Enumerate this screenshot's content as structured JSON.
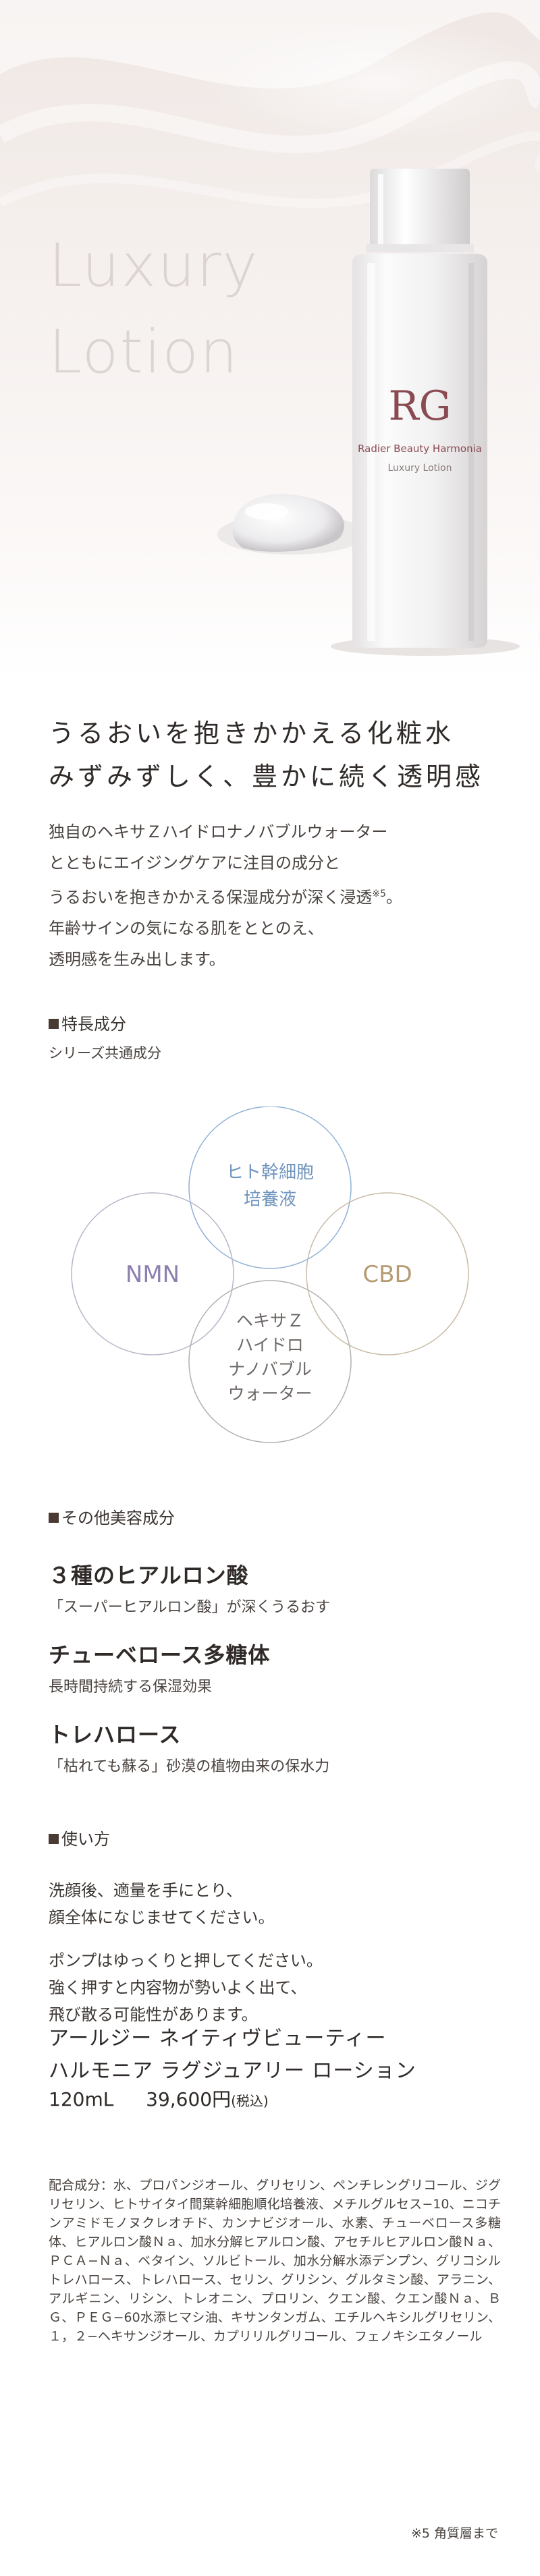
{
  "hero": {
    "title_line1": "Luxury",
    "title_line2": "Lotion",
    "bottle_brand": "Radier Beauty Harmonia",
    "bottle_product": "Luxury Lotion",
    "bottle_logo": "RG"
  },
  "headline": {
    "line1": "うるおいを抱きかかえる化粧水",
    "line2": "みずみずしく、豊かに続く透明感"
  },
  "intro": {
    "line1": "独自のヘキサＺハイドロナノバブルウォーター",
    "line2": "とともにエイジングケアに注目の成分と",
    "line3": "うるおいを抱きかかえる保湿成分が深く浸透",
    "line3_note": "※5",
    "line3_end": "。",
    "line4": "年齢サインの気になる肌をととのえ、",
    "line5": "透明感を生み出します。"
  },
  "features": {
    "heading": "特長成分",
    "subheading": "シリーズ共通成分",
    "circles": {
      "top_line1": "ヒト幹細胞",
      "top_line2": "培養液",
      "left": "NMN",
      "right": "CBD",
      "bottom_line1": "ヘキサＺ",
      "bottom_line2": "ハイドロ",
      "bottom_line3": "ナノバブル",
      "bottom_line4": "ウォーター"
    }
  },
  "other": {
    "heading": "その他美容成分",
    "items": [
      {
        "title": "３種のヒアルロン酸",
        "desc": "「スーパーヒアルロン酸」が深くうるおす"
      },
      {
        "title": "チューベロース多糖体",
        "desc": "長時間持続する保湿効果"
      },
      {
        "title": "トレハロース",
        "desc": "「枯れても蘇る」砂漠の植物由来の保水力"
      }
    ]
  },
  "usage": {
    "heading": "使い方",
    "p1_line1": "洗顔後、適量を手にとり、",
    "p1_line2": "顔全体になじませてください。",
    "p2_line1": "ポンプはゆっくりと押してください。",
    "p2_line2": "強く押すと内容物が勢いよく出て、",
    "p2_line3": "飛び散る可能性があります。"
  },
  "product": {
    "name_line1": "アールジー ネイティヴビューティー",
    "name_line2": "ハルモニア ラグジュアリー ローション",
    "volume": "120mL",
    "price": "39,600円",
    "tax": "(税込)"
  },
  "ingredients_text": "配合成分：水、プロパンジオール、グリセリン、ペンチレングリコール、ジグリセリン、ヒトサイタイ間葉幹細胞順化培養液、メチルグルセス−10、ニコチンアミドモノヌクレオチド、カンナビジオール、水素、チューベロース多糖体、ヒアルロン酸Ｎａ、加水分解ヒアルロン酸、アセチルヒアルロン酸Ｎａ、ＰＣＡ−Ｎａ、ベタイン、ソルビトール、加水分解水添デンプン、グリコシルトレハロース、トレハロース、セリン、グリシン、グルタミン酸、アラニン、アルギニン、リシン、トレオニン、プロリン、クエン酸、クエン酸Ｎａ、ＢＧ、ＰＥＧ−60水添ヒマシ油、キサンタンガム、エチルヘキシルグリセリン、１，２−ヘキサンジオール、カプリリルグリコール、フェノキシエタノール",
  "footnote": "※5 角質層まで",
  "colors": {
    "circle_top": "#8fb1d6",
    "circle_left": "#8d7fb0",
    "circle_right": "#b59a72",
    "circle_bottom": "#b3b0ad",
    "bottle_accent": "#8a4a52"
  }
}
